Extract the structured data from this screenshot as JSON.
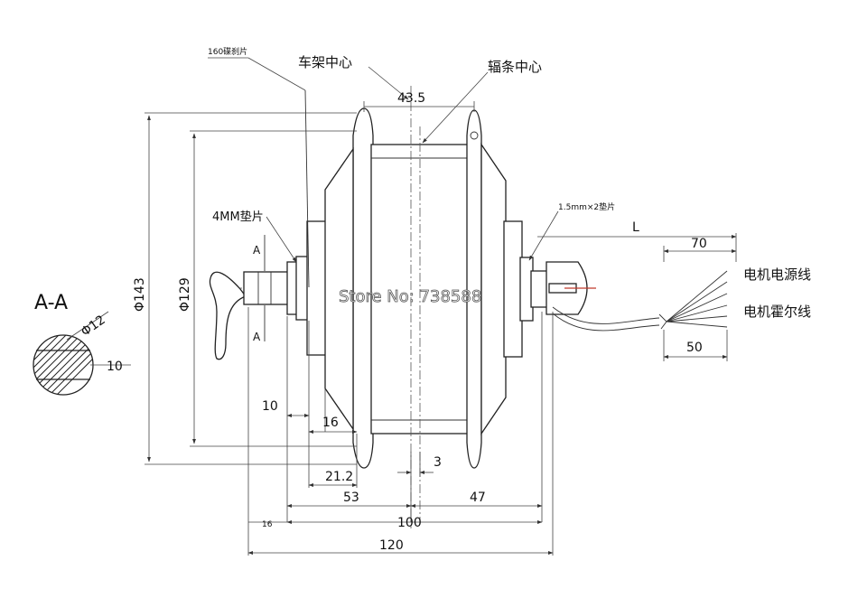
{
  "section": {
    "title": "A-A",
    "diameter": "Φ12",
    "flat": "10",
    "marker": "A"
  },
  "callouts": {
    "brake_disc": "160碟刹片",
    "frame_center": "车架中心",
    "spoke_center": "辐条中心",
    "washer_4mm": "4MM垫片",
    "washer_1_5mm": "1.5mm×2垫片",
    "cable_length": "L",
    "power_cable": "电机电源线",
    "hall_cable": "电机霍尔线"
  },
  "dimensions": {
    "d143": "Φ143",
    "d129": "Φ129",
    "d43_5": "43.5",
    "d70": "70",
    "d50": "50",
    "d10": "10",
    "d16": "16",
    "d21_2": "21.2",
    "d3": "3",
    "d53": "53",
    "d47": "47",
    "d16_small": "16",
    "d100": "100",
    "d120": "120"
  },
  "watermark": "Store No: 738588"
}
